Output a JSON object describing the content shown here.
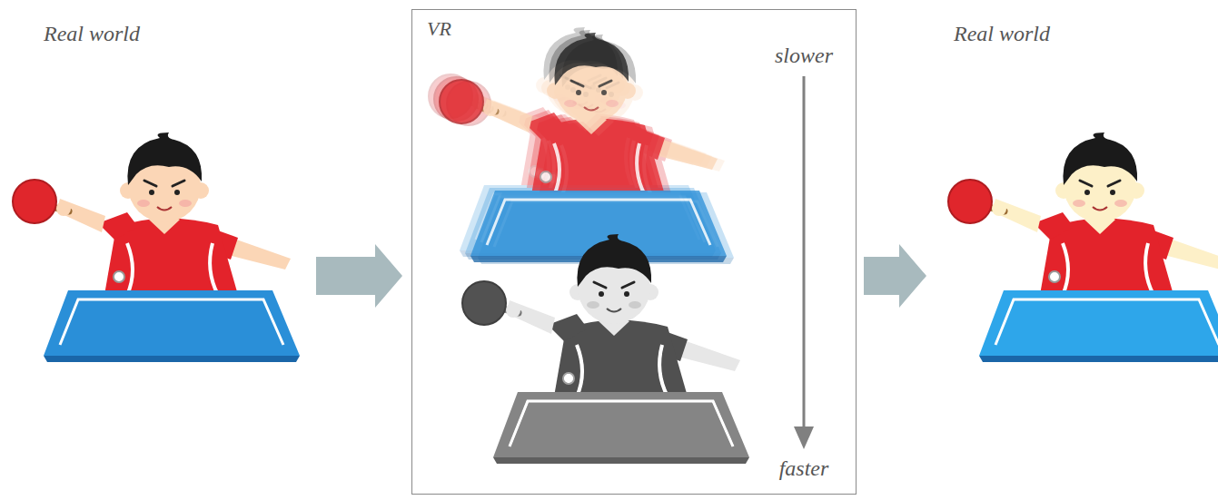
{
  "diagram": {
    "nodes": [
      {
        "text": [
          "Real world"
        ]
      },
      {
        "text": [
          "VR"
        ]
      },
      {
        "text": [
          "Real world"
        ]
      }
    ],
    "edges": [
      {
        "from": 0,
        "to": 1,
        "arrow": "to"
      },
      {
        "from": 1,
        "to": 2,
        "arrow": "to"
      }
    ],
    "labels": [
      "slower",
      "faster"
    ]
  }
}
